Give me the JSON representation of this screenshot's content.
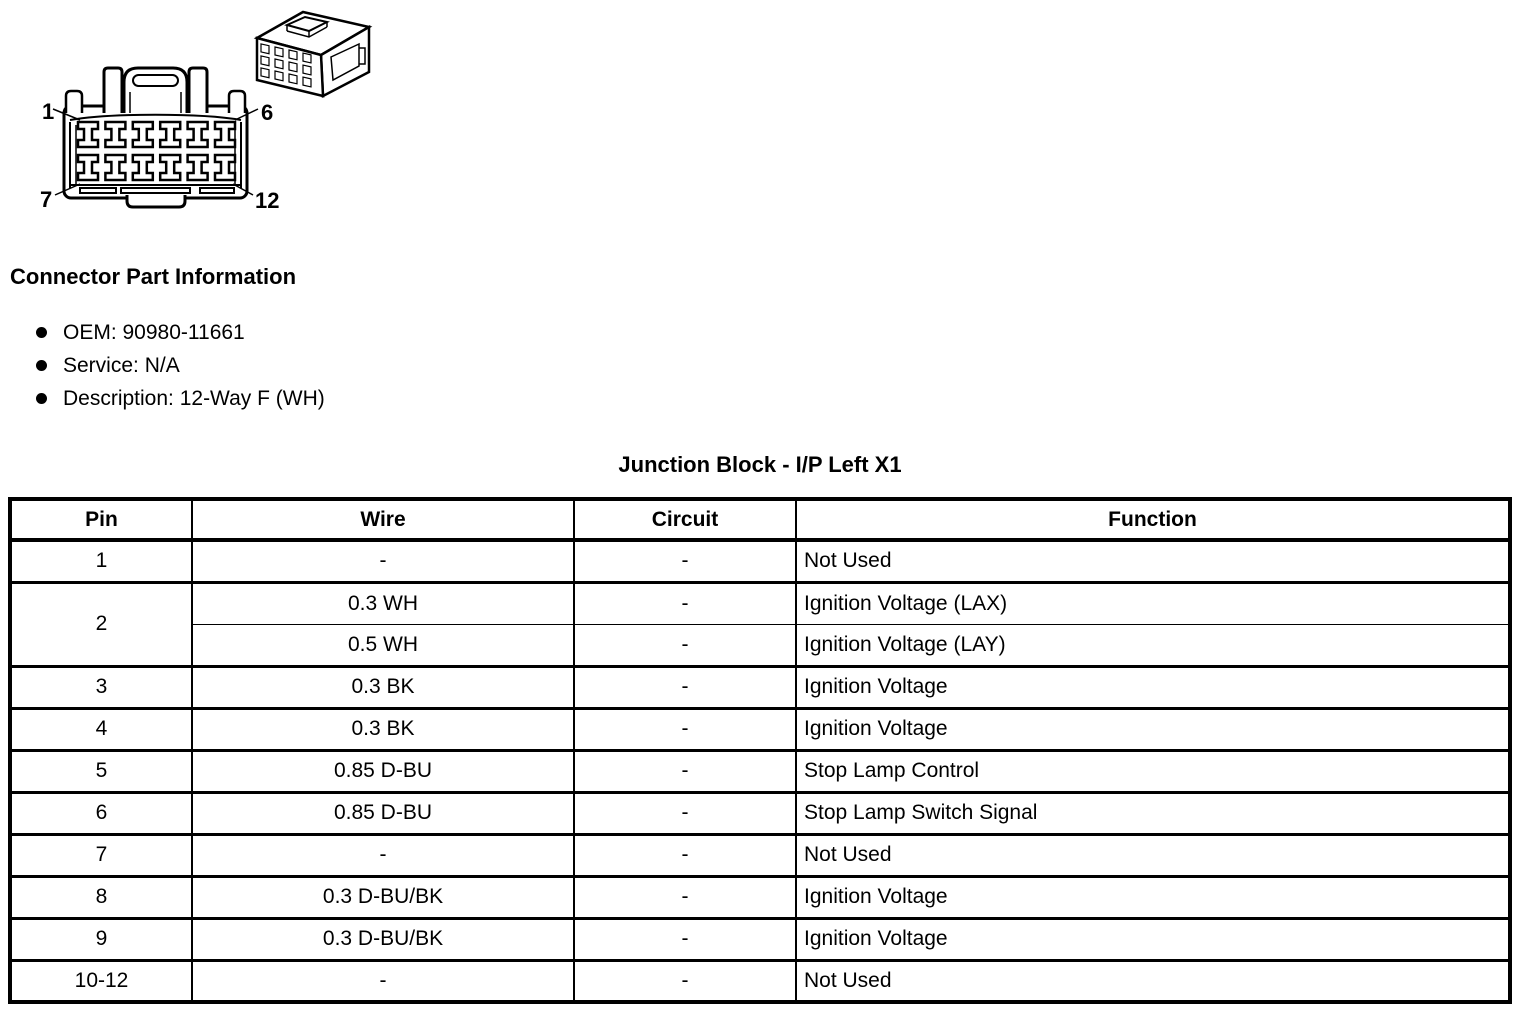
{
  "figure": {
    "front_view_pin_labels": {
      "top_left": "1",
      "top_right": "6",
      "bottom_left": "7",
      "bottom_right": "12"
    }
  },
  "connector_info": {
    "heading": "Connector Part Information",
    "items": [
      "OEM: 90980-11661",
      "Service: N/A",
      "Description: 12-Way F (WH)"
    ]
  },
  "table": {
    "title": "Junction Block - I/P Left X1",
    "headers": [
      "Pin",
      "Wire",
      "Circuit",
      "Function"
    ],
    "rows": [
      {
        "pin": "1",
        "wire": "-",
        "circuit": "-",
        "function": "Not Used"
      },
      {
        "pin": "2",
        "wire": "0.3 WH",
        "circuit": "-",
        "function": "Ignition Voltage (LAX)"
      },
      {
        "wire": "0.5 WH",
        "circuit": "-",
        "function": "Ignition Voltage (LAY)"
      },
      {
        "pin": "3",
        "wire": "0.3 BK",
        "circuit": "-",
        "function": "Ignition Voltage"
      },
      {
        "pin": "4",
        "wire": "0.3 BK",
        "circuit": "-",
        "function": "Ignition Voltage"
      },
      {
        "pin": "5",
        "wire": "0.85 D-BU",
        "circuit": "-",
        "function": "Stop Lamp Control"
      },
      {
        "pin": "6",
        "wire": "0.85 D-BU",
        "circuit": "-",
        "function": "Stop Lamp Switch Signal"
      },
      {
        "pin": "7",
        "wire": "-",
        "circuit": "-",
        "function": "Not Used"
      },
      {
        "pin": "8",
        "wire": "0.3 D-BU/BK",
        "circuit": "-",
        "function": "Ignition Voltage"
      },
      {
        "pin": "9",
        "wire": "0.3 D-BU/BK",
        "circuit": "-",
        "function": "Ignition Voltage"
      },
      {
        "pin": "10-12",
        "wire": "-",
        "circuit": "-",
        "function": "Not Used"
      }
    ]
  },
  "colors": {
    "ink": "#000000",
    "background": "#ffffff"
  }
}
